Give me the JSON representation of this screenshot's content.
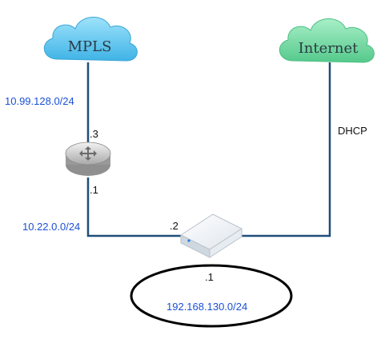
{
  "clouds": {
    "mpls": {
      "label": "MPLS",
      "color": "#5bc0eb"
    },
    "internet": {
      "label": "Internet",
      "color": "#6fd6a0"
    }
  },
  "subnets": {
    "mpls_subnet": "10.99.128.0/24",
    "router_lan_subnet": "10.22.0.0/24",
    "lan_subnet": "192.168.130.0/24"
  },
  "interfaces": {
    "router_mpls_side": ".3",
    "router_lan_side": ".1",
    "switch_router_side": ".2",
    "switch_lan_side": ".1"
  },
  "links": {
    "internet_label": "DHCP",
    "link_color": "#1f4e79"
  },
  "devices": {
    "router_icon": "router-icon",
    "appliance_icon": "firewall-appliance-icon"
  }
}
